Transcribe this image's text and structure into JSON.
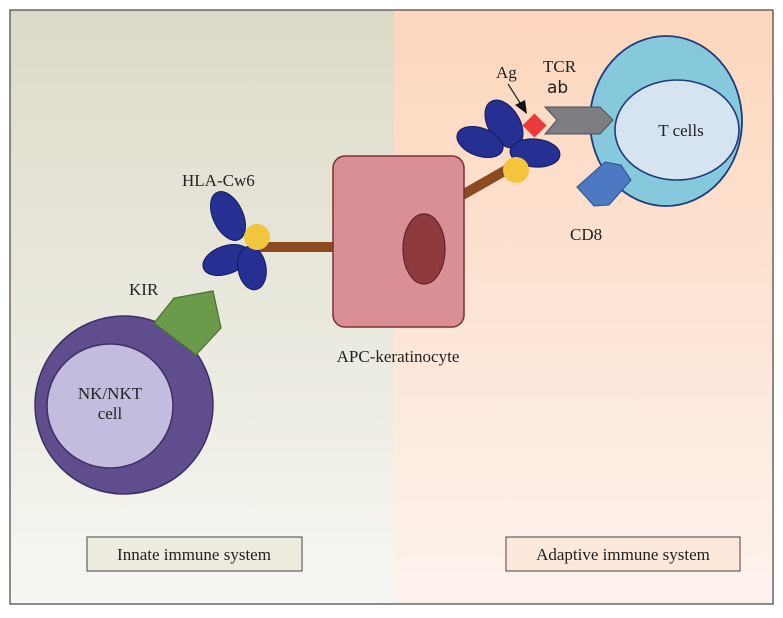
{
  "labels": {
    "hla": "HLA-Cw6",
    "kir": "KIR",
    "nk_cell": [
      "NK/NKT",
      "cell"
    ],
    "apc": "APC-keratinocyte",
    "ag": "Ag",
    "tcr": "TCR",
    "tcr_sub": "ab",
    "t_cells": "T cells",
    "cd8": "CD8"
  },
  "panels": {
    "innate": "Innate immune system",
    "adaptive": "Adaptive immune system"
  },
  "colors": {
    "innate_bg_top": "#dcdac8",
    "adaptive_bg_top": "#fdd6bc",
    "nk_outer": "#604d8e",
    "nk_inner": "#c3bcdf",
    "kir": "#6a9a4a",
    "hla_petal": "#253092",
    "hla_center": "#f3c53c",
    "connector": "#8b4a1f",
    "apc_cell": "#d98f94",
    "apc_nucleus": "#8f3a3c",
    "t_outer": "#86c9dc",
    "t_inner": "#d6e3f1",
    "tcr": "#7d7e82",
    "cd8": "#4d79c3",
    "antigen": "#ea3a3a"
  }
}
